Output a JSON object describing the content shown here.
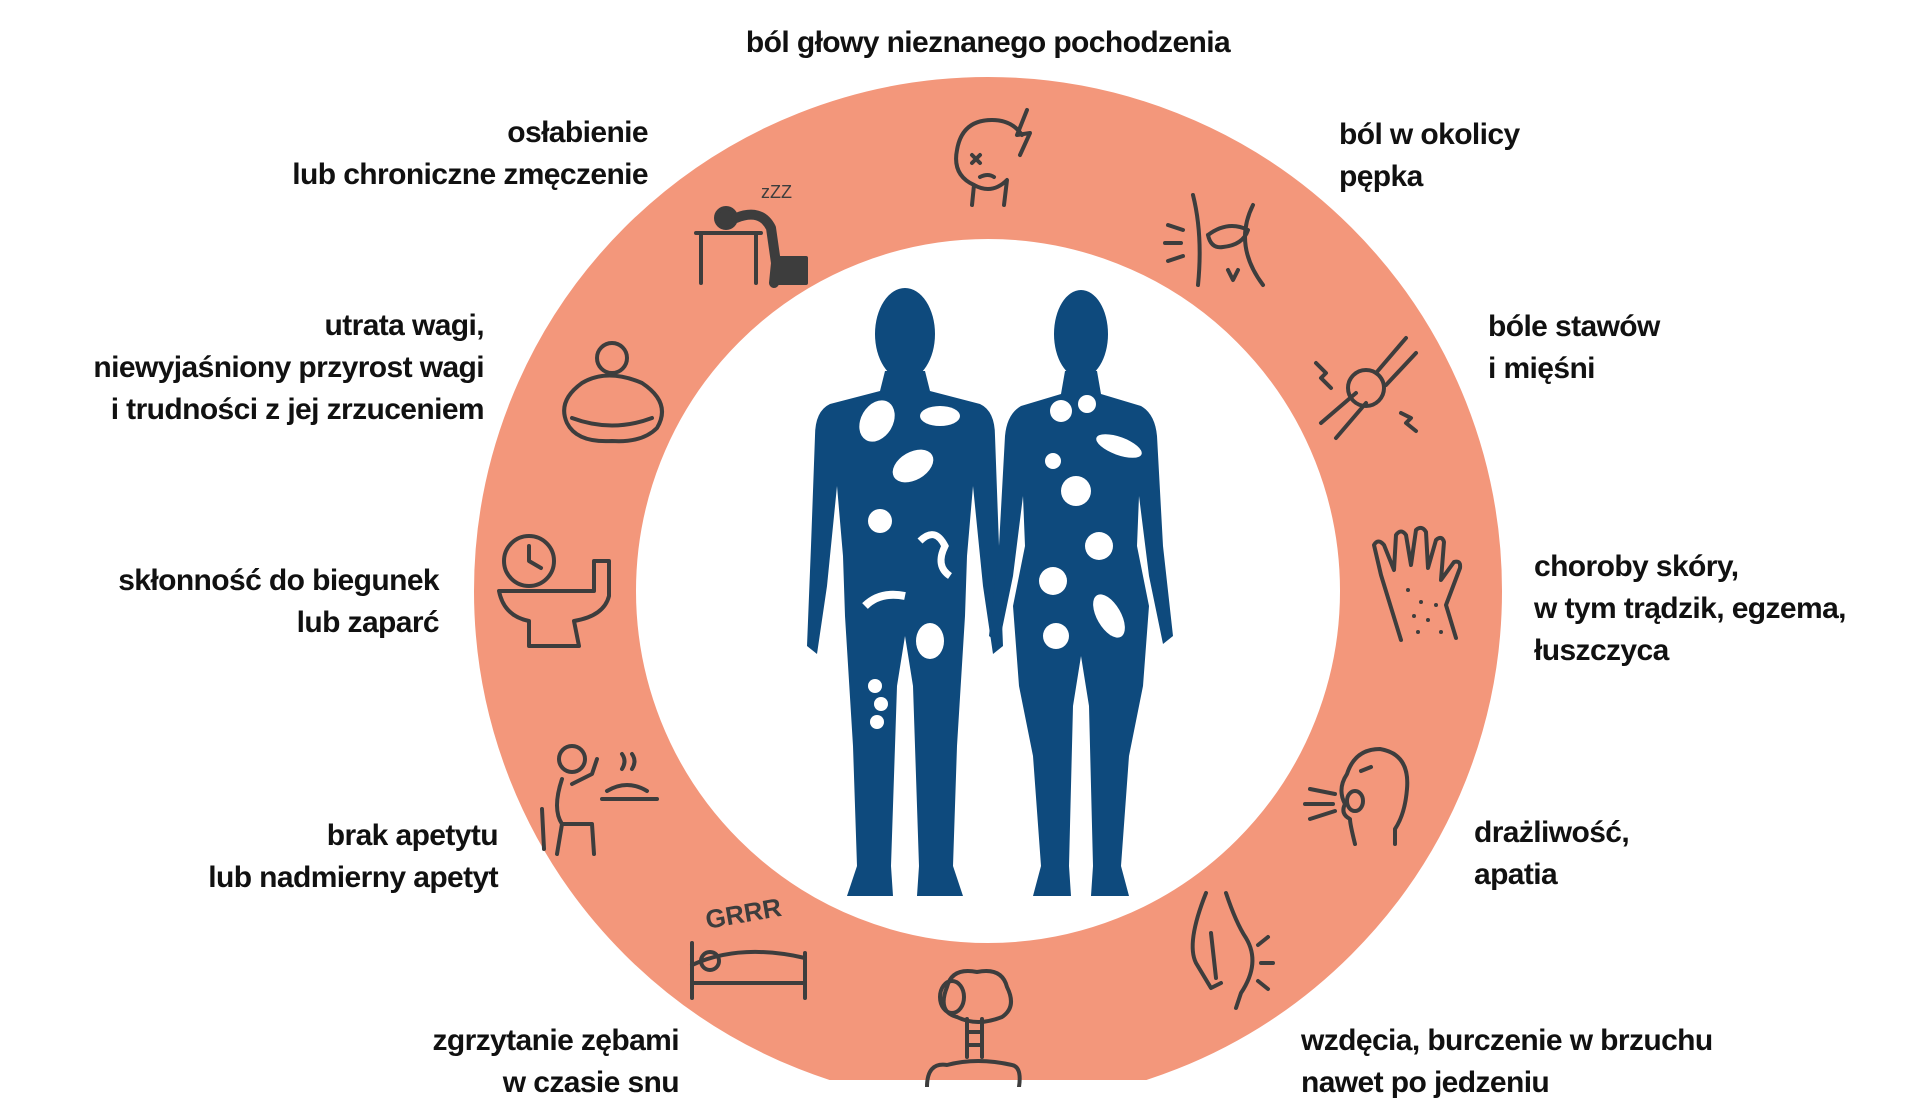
{
  "colors": {
    "ring": "#F3977B",
    "body": "#0E4A7D",
    "icon": "#3d3d3d",
    "text": "#111111"
  },
  "labels": {
    "headache": [
      "ból głowy nieznanego pochodzenia"
    ],
    "fatigue": [
      "osłabienie",
      "lub chroniczne zmęczenie"
    ],
    "navel_pain": [
      "ból w okolicy",
      "pępka"
    ],
    "weight": [
      "utrata wagi,",
      "niewyjaśniony przyrost wagi",
      "i trudności z jej zrzuceniem"
    ],
    "joints": [
      "bóle stawów",
      "i mięśni"
    ],
    "bowel": [
      "skłonność do biegunek",
      "lub zaparć"
    ],
    "skin": [
      "choroby skóry,",
      "w tym trądzik, egzema,",
      "łuszczyca"
    ],
    "appetite": [
      "brak apetytu",
      "lub nadmierny apetyt"
    ],
    "irritability": [
      "drażliwość,",
      "apatia"
    ],
    "grinding": [
      "zgrzytanie zębami",
      "w czasie snu"
    ],
    "bloating": [
      "wzdęcia, burczenie w brzuchu",
      "nawet po jedzeniu"
    ]
  },
  "icons": [
    "headache-icon",
    "belly-pain-icon",
    "joint-pain-icon",
    "skin-rash-hand-icon",
    "shouting-face-icon",
    "bloated-stomach-icon",
    "counting-sheep-icon",
    "teeth-grinding-sleep-icon",
    "eating-icon",
    "toilet-clock-icon",
    "overweight-icon",
    "tired-desk-icon"
  ]
}
